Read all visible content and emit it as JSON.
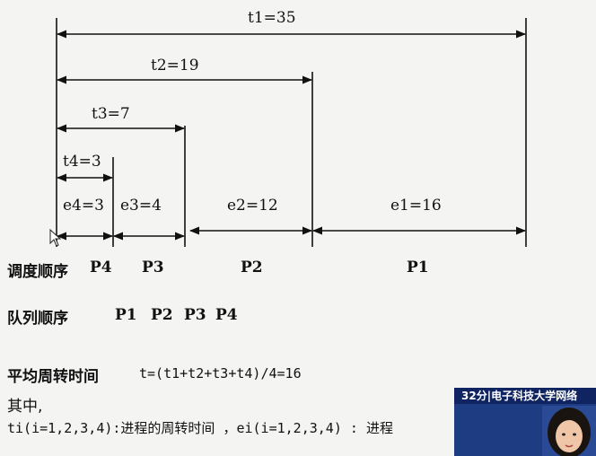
{
  "diagram": {
    "t_labels": [
      "t1=35",
      "t2=19",
      "t3=7",
      "t4=3"
    ],
    "e_labels": [
      "e4=3",
      "e3=4",
      "e2=12",
      "e1=16"
    ]
  },
  "schedule": {
    "label": "调度顺序",
    "items": [
      "P4",
      "P3",
      "P2",
      "P1"
    ]
  },
  "queue": {
    "label": "队列顺序",
    "items": [
      "P1",
      "P2",
      "P3",
      "P4"
    ]
  },
  "average": {
    "label": "平均周转时间",
    "formula": "t=(t1+t2+t3+t4)/4=16"
  },
  "where": {
    "label": "其中,",
    "definition": "ti(i=1,2,3,4):进程的周转时间 ，ei(i=1,2,3,4) : 进程"
  },
  "video": {
    "banner": "32分|电子科技大学网络"
  }
}
